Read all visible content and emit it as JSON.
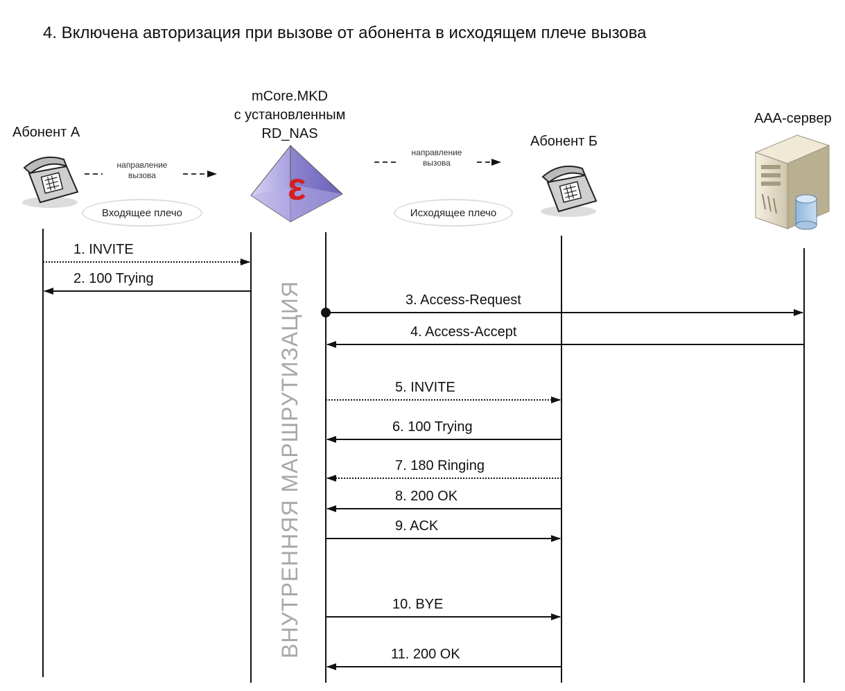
{
  "title": "4. Включена авторизация при вызове от абонента в исходящем плече вызова",
  "participants": {
    "a": "Абонент А",
    "mkd": [
      "mCore.MKD",
      "с установленным",
      "RD_NAS"
    ],
    "b": "Абонент Б",
    "aaa": "ААА-сервер"
  },
  "direction_label": [
    "направление",
    "вызова"
  ],
  "legs": {
    "incoming": "Входящее плечо",
    "outgoing": "Исходящее плечо"
  },
  "internal_routing": "ВНУТРЕННЯЯ МАРШРУТИЗАЦИЯ",
  "logo_letter": "ε",
  "messages": [
    {
      "label": "1. INVITE",
      "from": "A",
      "to": "MKD_L",
      "style": "dotted"
    },
    {
      "label": "2. 100 Trying",
      "from": "MKD_L",
      "to": "A",
      "style": "solid"
    },
    {
      "label": "3. Access-Request",
      "from": "MKD_R",
      "to": "AAA",
      "style": "solid",
      "start_dot": true
    },
    {
      "label": "4. Access-Accept",
      "from": "AAA",
      "to": "MKD_R",
      "style": "solid"
    },
    {
      "label": "5. INVITE",
      "from": "MKD_R",
      "to": "B",
      "style": "dotted"
    },
    {
      "label": "6. 100 Trying",
      "from": "B",
      "to": "MKD_R",
      "style": "solid"
    },
    {
      "label": "7. 180 Ringing",
      "from": "B",
      "to": "MKD_R",
      "style": "dotted"
    },
    {
      "label": "8. 200 OK",
      "from": "B",
      "to": "MKD_R",
      "style": "solid"
    },
    {
      "label": "9. ACK",
      "from": "MKD_R",
      "to": "B",
      "style": "solid"
    },
    {
      "label": "10. BYE",
      "from": "MKD_R",
      "to": "B",
      "style": "solid"
    },
    {
      "label": "11. 200 OK",
      "from": "B",
      "to": "MKD_R",
      "style": "solid"
    }
  ]
}
